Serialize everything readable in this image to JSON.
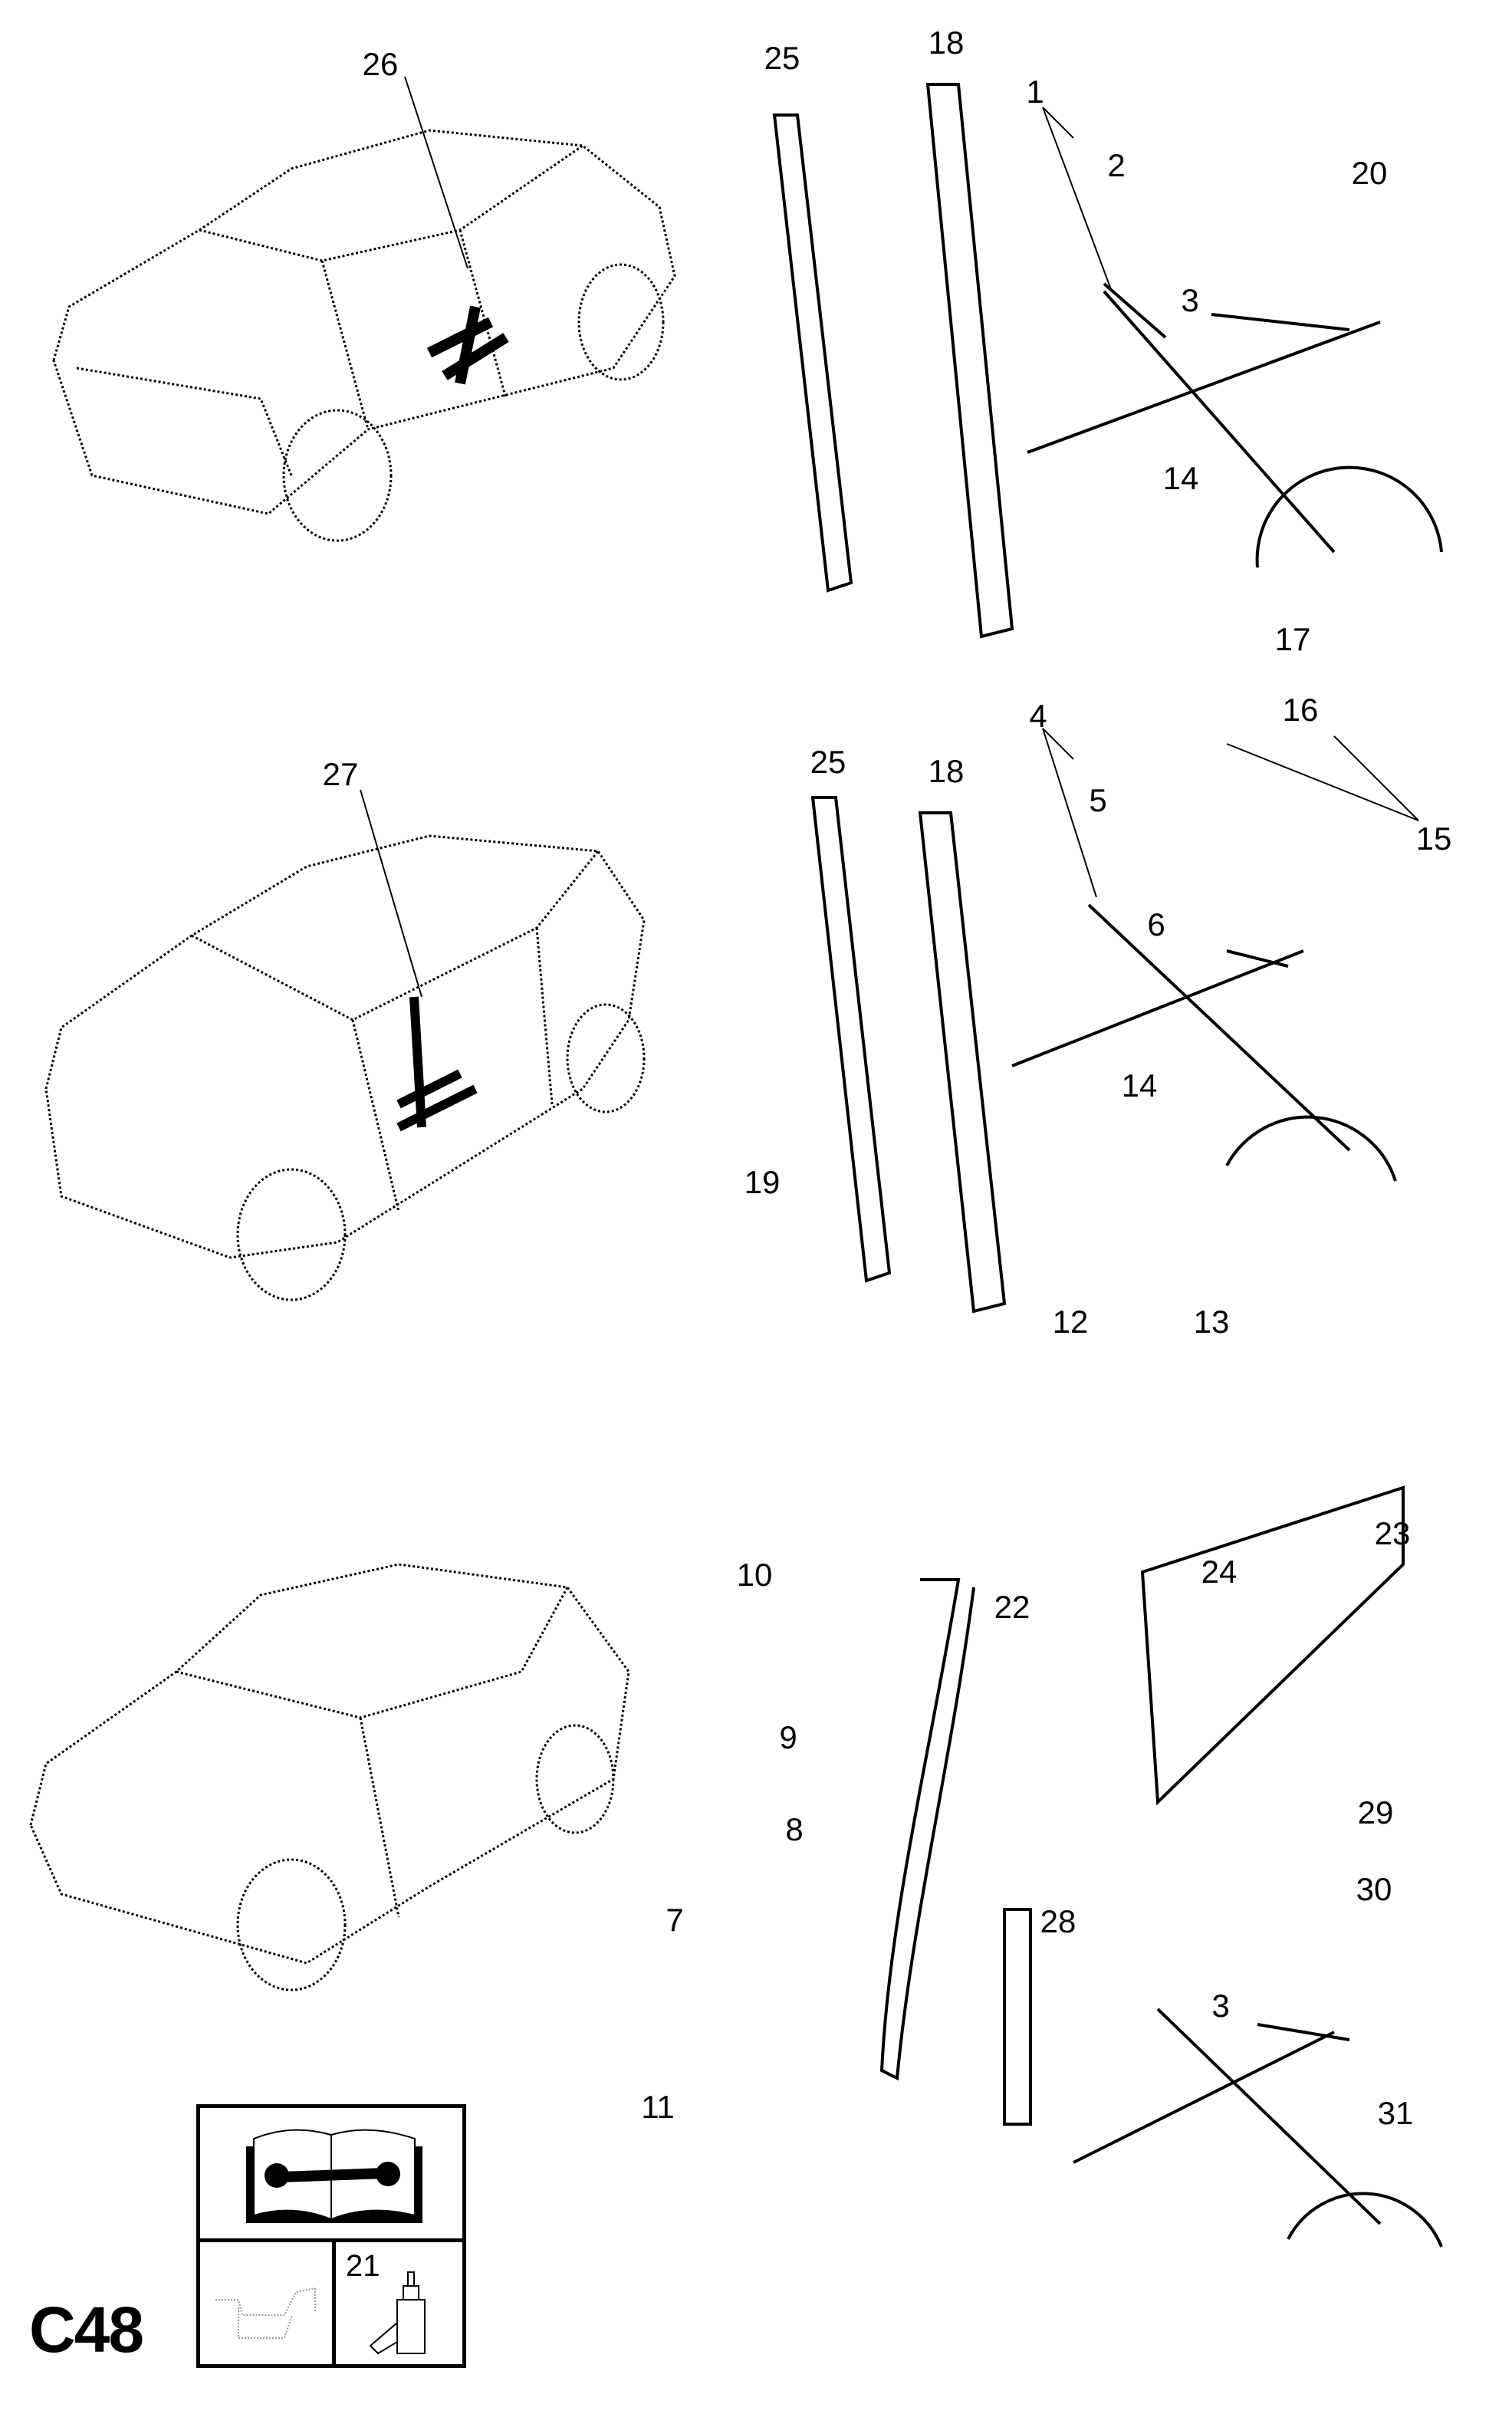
{
  "diagram_code": "C48",
  "callouts": {
    "section1": {
      "car": "26",
      "guide_rear": "25",
      "guide_front": "18",
      "regulator": "1",
      "clip": "2",
      "screw": "3",
      "bush": "20",
      "rivet": "14",
      "washer": "17",
      "handle_clip": "16",
      "handle": "15"
    },
    "section2": {
      "car": "27",
      "guide_rear": "25",
      "guide_front": "18",
      "regulator": "4",
      "clip": "5",
      "screw": "6",
      "rivet": "14",
      "rivet_b": "19",
      "motor": "12",
      "motor_screw": "13"
    },
    "section3": {
      "cover": "23",
      "bracket": "10",
      "clip": "24",
      "guide": "22",
      "cap": "9",
      "bolt": "8",
      "bolt_b": "29",
      "washer": "30",
      "block": "7",
      "strip": "28",
      "screw": "3",
      "base": "11",
      "regulator": "31"
    }
  },
  "legend_box": {
    "adhesive_part": "21",
    "icons": [
      "repair-manual-icon",
      "oil-can-icon",
      "adhesive-bottle-icon"
    ]
  }
}
